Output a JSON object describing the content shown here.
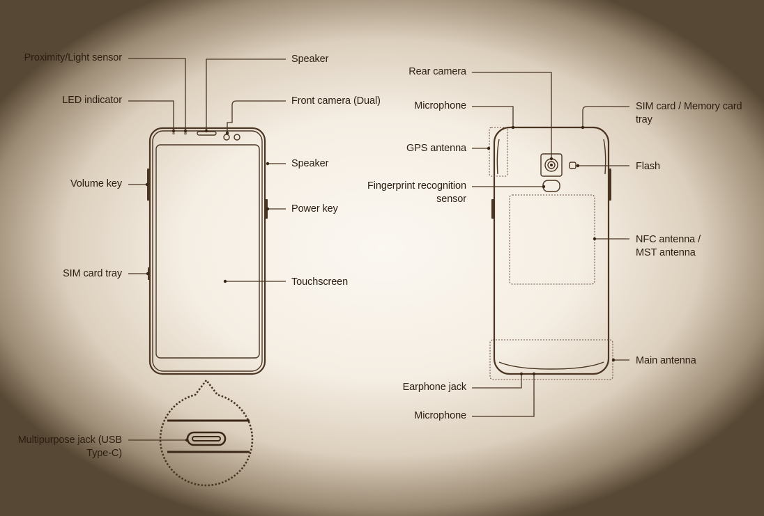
{
  "labels": {
    "proximity_light_sensor": "Proximity/Light sensor",
    "led_indicator": "LED indicator",
    "volume_key": "Volume key",
    "sim_card_tray": "SIM card tray",
    "multipurpose_jack_line1": "Multipurpose jack (USB",
    "multipurpose_jack_line2": "Type-C)",
    "speaker_top": "Speaker",
    "front_camera": "Front camera (Dual)",
    "speaker_side": "Speaker",
    "power_key": "Power key",
    "touchscreen": "Touchscreen",
    "rear_camera": "Rear camera",
    "microphone_top": "Microphone",
    "gps_antenna": "GPS antenna",
    "fingerprint_line1": "Fingerprint recognition",
    "fingerprint_line2": "sensor",
    "earphone_jack": "Earphone jack",
    "microphone_bottom": "Microphone",
    "sim_memory_line1": "SIM card / Memory card",
    "sim_memory_line2": "tray",
    "flash": "Flash",
    "nfc_line1": "NFC antenna /",
    "nfc_line2": "MST antenna",
    "main_antenna": "Main antenna"
  }
}
